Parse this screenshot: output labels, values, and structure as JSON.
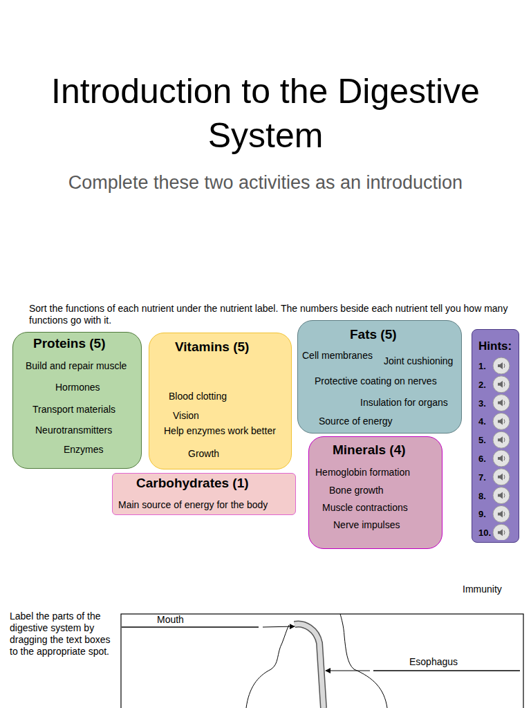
{
  "diagram": {
    "title": "Introduction to the Digestive System",
    "nodes": [
      {
        "text": [
          "Proteins (5)",
          "Build and repair muscle",
          "Hormones",
          "Transport materials",
          "Neurotransmitters",
          "Enzymes"
        ]
      },
      {
        "text": [
          "Vitamins (5)",
          "Blood clotting",
          "Vision",
          "Help enzymes work better",
          "Growth"
        ]
      },
      {
        "text": [
          "Fats (5)",
          "Cell membranes",
          "Joint cushioning",
          "Protective coating on nerves",
          "Insulation for organs",
          "Source of energy"
        ]
      },
      {
        "text": [
          "Hints:",
          "1.",
          "2.",
          "3.",
          "4.",
          "5.",
          "6.",
          "7.",
          "8.",
          "9.",
          "10."
        ]
      },
      {
        "text": [
          "Minerals (4)",
          "Hemoglobin formation",
          "Bone growth",
          "Muscle contractions",
          "Nerve impulses"
        ]
      },
      {
        "text": [
          "Carbohydrates (1)",
          "Main source of energy for the body"
        ]
      }
    ],
    "labels": [
      "Complete these two activities as an introduction",
      "Sort the functions of each nutrient under the nutrient label.  The numbers beside each nutrient tell you how many functions go with it.",
      "Immunity",
      "Label the parts of the digestive system by dragging the text boxes to the appropriate spot.",
      "Mouth",
      "Esophagus"
    ]
  }
}
